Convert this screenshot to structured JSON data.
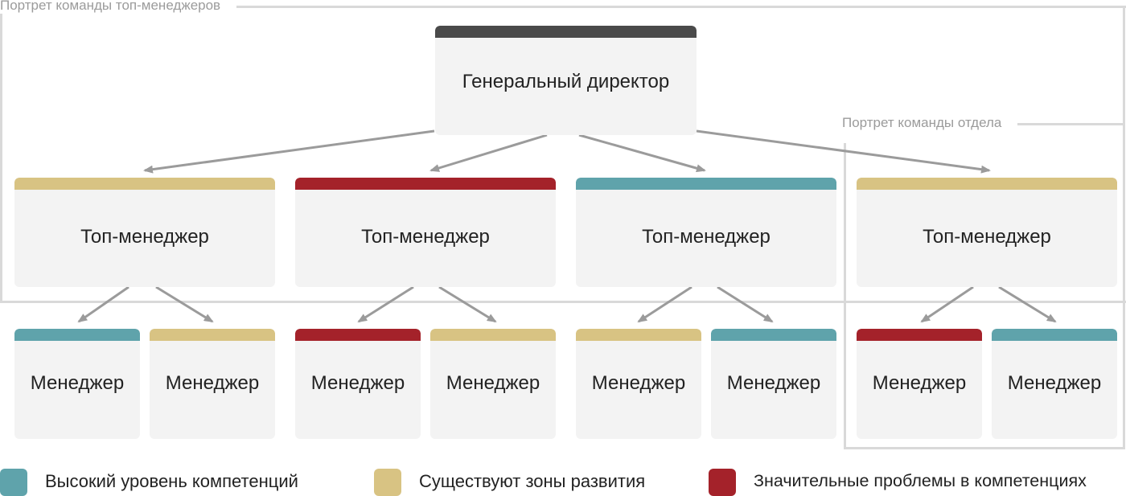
{
  "colors": {
    "high": "#5fa3ab",
    "developing": "#d8c383",
    "problems": "#a4222a",
    "ceo": "#4a4a4a"
  },
  "groups": {
    "top_team_label": "Портрет команды топ-менеджеров",
    "department_label": "Портрет команды отдела"
  },
  "ceo": {
    "label": "Генеральный директор",
    "status": "ceo"
  },
  "top_managers": [
    {
      "label": "Топ-менеджер",
      "status": "developing"
    },
    {
      "label": "Топ-менеджер",
      "status": "problems"
    },
    {
      "label": "Топ-менеджер",
      "status": "high"
    },
    {
      "label": "Топ-менеджер",
      "status": "developing"
    }
  ],
  "managers": [
    {
      "label": "Менеджер",
      "status": "high"
    },
    {
      "label": "Менеджер",
      "status": "developing"
    },
    {
      "label": "Менеджер",
      "status": "problems"
    },
    {
      "label": "Менеджер",
      "status": "developing"
    },
    {
      "label": "Менеджер",
      "status": "developing"
    },
    {
      "label": "Менеджер",
      "status": "high"
    },
    {
      "label": "Менеджер",
      "status": "problems"
    },
    {
      "label": "Менеджер",
      "status": "high"
    }
  ],
  "legend": [
    {
      "label": "Высокий уровень компетенций",
      "status": "high"
    },
    {
      "label": "Существуют зоны развития",
      "status": "developing"
    },
    {
      "label": "Значительные проблемы в компетенциях",
      "status": "problems"
    }
  ]
}
